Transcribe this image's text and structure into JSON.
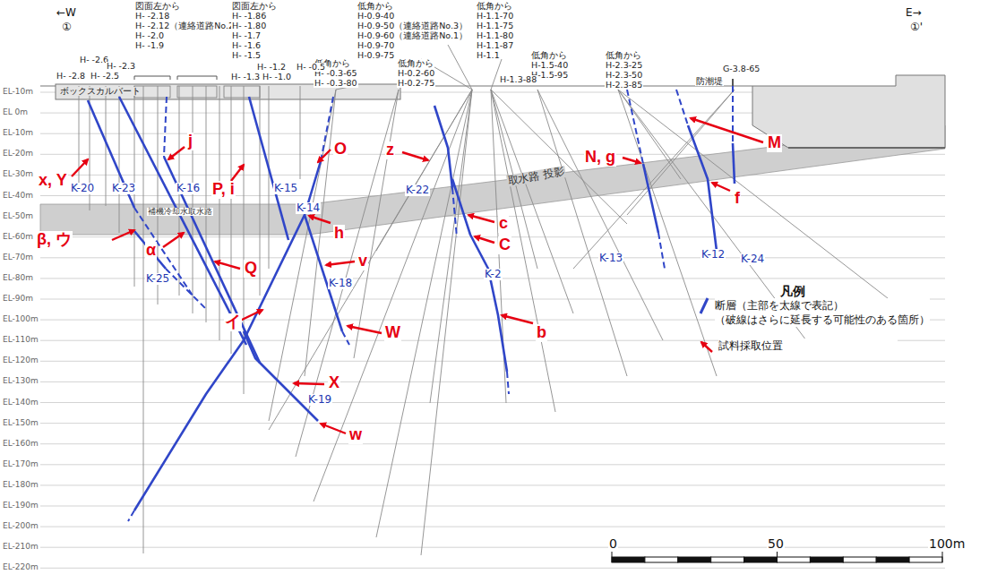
{
  "diagram": {
    "labels": [
      "←W",
      "①",
      "E→",
      "①'",
      "図面左から",
      "H- -2.18",
      "H- -2.12（連絡道路No.2）",
      "H- -2.0",
      "H- -1.9",
      "図面左から",
      "H- -1.86",
      "H- -1.80",
      "H- -1.7",
      "H- -1.6",
      "H- -1.5",
      "低角から",
      "H-0.9-40",
      "H-0.9-50（連絡道路No.3）",
      "H-0.9-60（連絡道路No.1）",
      "H-0.9-70",
      "H-0.9-75",
      "低角から",
      "H-1.1-70",
      "H-1.1-75",
      "H-1.1-80",
      "H-1.1-87",
      "H-1.1",
      "低角から",
      "H-0.2-60",
      "H-0.2-75",
      "低角から",
      "H- -0.3-65",
      "H- -0.3-80",
      "低角から",
      "H-1.5-40",
      "H-1.5-95",
      "低角から",
      "H-2.3-25",
      "H-2.3-50",
      "H-2.3-85",
      "H-1.3-88",
      "防潮堤",
      "G-3.8-65",
      "H- -2.6",
      "H- -2.3",
      "H- -2.8",
      "H- -2.5",
      "H- -1.2",
      "H- -0.5",
      "H- -1.3",
      "H- -1.0",
      "EL-10m",
      "EL 0m",
      "EL-10m",
      "EL-20m",
      "EL-30m",
      "EL-40m",
      "EL-50m",
      "EL-60m",
      "EL-70m",
      "EL-80m",
      "EL-90m",
      "EL-100m",
      "EL-110m",
      "EL-120m",
      "EL-130m",
      "EL-140m",
      "EL-150m",
      "EL-160m",
      "EL-170m",
      "EL-180m",
      "EL-190m",
      "EL-200m",
      "EL-210m",
      "EL-220m",
      "ボックスカルバート",
      "補機冷却水取水路",
      "取水路 投影",
      "K-20",
      "K-23",
      "K-16",
      "K-15",
      "K-14",
      "K-22",
      "K-13",
      "K-12",
      "K-24",
      "K-2",
      "K-18",
      "K-19",
      "K-25",
      "x, Y",
      "j",
      "P, i",
      "O",
      "z",
      "h",
      "c",
      "C",
      "b",
      "N, g",
      "M",
      "f",
      "β, ウ",
      "α",
      "Q",
      "v",
      "イ",
      "W",
      "X",
      "w",
      "0",
      "50",
      "100m",
      "凡例"
    ],
    "legend": [
      {
        "text": "断層（主部を太線で表記） （破線はさらに延長する可能性のある箇所）"
      },
      {
        "text": "試料採取位置"
      }
    ]
  }
}
